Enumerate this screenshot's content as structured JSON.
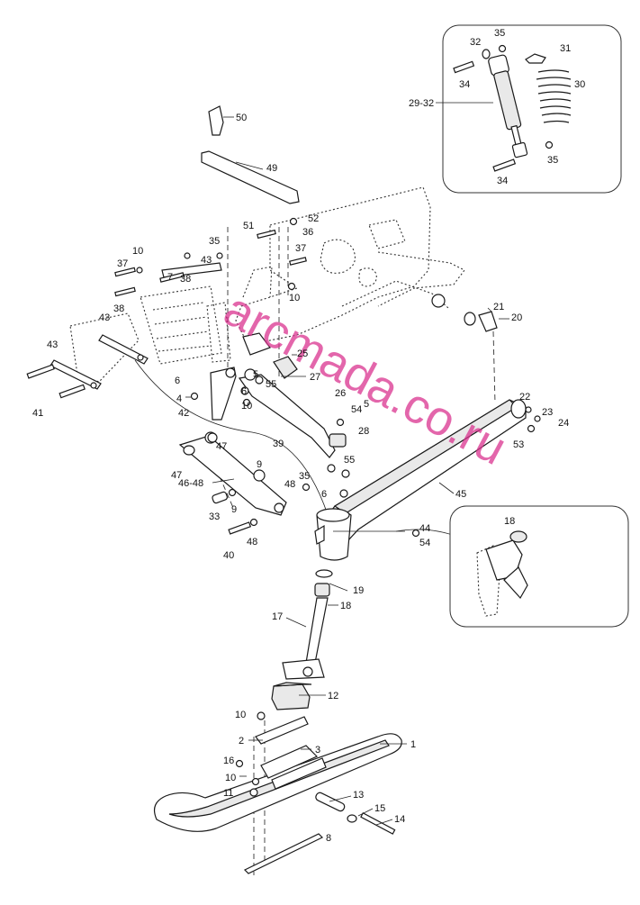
{
  "watermark": "arcmada.co.ru",
  "callouts": [
    {
      "id": "1",
      "text": "1"
    },
    {
      "id": "2",
      "text": "2"
    },
    {
      "id": "3",
      "text": "3"
    },
    {
      "id": "4",
      "text": "4"
    },
    {
      "id": "5a",
      "text": "5"
    },
    {
      "id": "5b",
      "text": "5"
    },
    {
      "id": "6a",
      "text": "6"
    },
    {
      "id": "6b",
      "text": "6"
    },
    {
      "id": "6c",
      "text": "6"
    },
    {
      "id": "7",
      "text": "7"
    },
    {
      "id": "8",
      "text": "8"
    },
    {
      "id": "9a",
      "text": "9"
    },
    {
      "id": "9b",
      "text": "9"
    },
    {
      "id": "10a",
      "text": "10"
    },
    {
      "id": "10b",
      "text": "10"
    },
    {
      "id": "10c",
      "text": "10"
    },
    {
      "id": "10d",
      "text": "10"
    },
    {
      "id": "10e",
      "text": "10"
    },
    {
      "id": "11",
      "text": "11"
    },
    {
      "id": "12",
      "text": "12"
    },
    {
      "id": "13",
      "text": "13"
    },
    {
      "id": "14",
      "text": "14"
    },
    {
      "id": "15",
      "text": "15"
    },
    {
      "id": "16",
      "text": "16"
    },
    {
      "id": "17",
      "text": "17"
    },
    {
      "id": "18a",
      "text": "18"
    },
    {
      "id": "18b",
      "text": "18"
    },
    {
      "id": "19",
      "text": "19"
    },
    {
      "id": "20",
      "text": "20"
    },
    {
      "id": "21",
      "text": "21"
    },
    {
      "id": "22",
      "text": "22"
    },
    {
      "id": "23",
      "text": "23"
    },
    {
      "id": "24",
      "text": "24"
    },
    {
      "id": "25",
      "text": "25"
    },
    {
      "id": "26",
      "text": "26"
    },
    {
      "id": "27",
      "text": "27"
    },
    {
      "id": "28",
      "text": "28"
    },
    {
      "id": "29-32",
      "text": "29-32"
    },
    {
      "id": "30",
      "text": "30"
    },
    {
      "id": "31",
      "text": "31"
    },
    {
      "id": "32",
      "text": "32"
    },
    {
      "id": "33",
      "text": "33"
    },
    {
      "id": "34a",
      "text": "34"
    },
    {
      "id": "34b",
      "text": "34"
    },
    {
      "id": "35a",
      "text": "35"
    },
    {
      "id": "35b",
      "text": "35"
    },
    {
      "id": "35c",
      "text": "35"
    },
    {
      "id": "35d",
      "text": "35"
    },
    {
      "id": "36",
      "text": "36"
    },
    {
      "id": "37a",
      "text": "37"
    },
    {
      "id": "37b",
      "text": "37"
    },
    {
      "id": "38a",
      "text": "38"
    },
    {
      "id": "38b",
      "text": "38"
    },
    {
      "id": "39",
      "text": "39"
    },
    {
      "id": "40",
      "text": "40"
    },
    {
      "id": "41",
      "text": "41"
    },
    {
      "id": "42",
      "text": "42"
    },
    {
      "id": "43a",
      "text": "43"
    },
    {
      "id": "43b",
      "text": "43"
    },
    {
      "id": "43c",
      "text": "43"
    },
    {
      "id": "44",
      "text": "44"
    },
    {
      "id": "45",
      "text": "45"
    },
    {
      "id": "46-48",
      "text": "46-48"
    },
    {
      "id": "47a",
      "text": "47"
    },
    {
      "id": "47b",
      "text": "47"
    },
    {
      "id": "48a",
      "text": "48"
    },
    {
      "id": "48b",
      "text": "48"
    },
    {
      "id": "49",
      "text": "49"
    },
    {
      "id": "50",
      "text": "50"
    },
    {
      "id": "51",
      "text": "51"
    },
    {
      "id": "52",
      "text": "52"
    },
    {
      "id": "53",
      "text": "53"
    },
    {
      "id": "54a",
      "text": "54"
    },
    {
      "id": "54b",
      "text": "54"
    },
    {
      "id": "55a",
      "text": "55"
    },
    {
      "id": "55b",
      "text": "55"
    }
  ]
}
